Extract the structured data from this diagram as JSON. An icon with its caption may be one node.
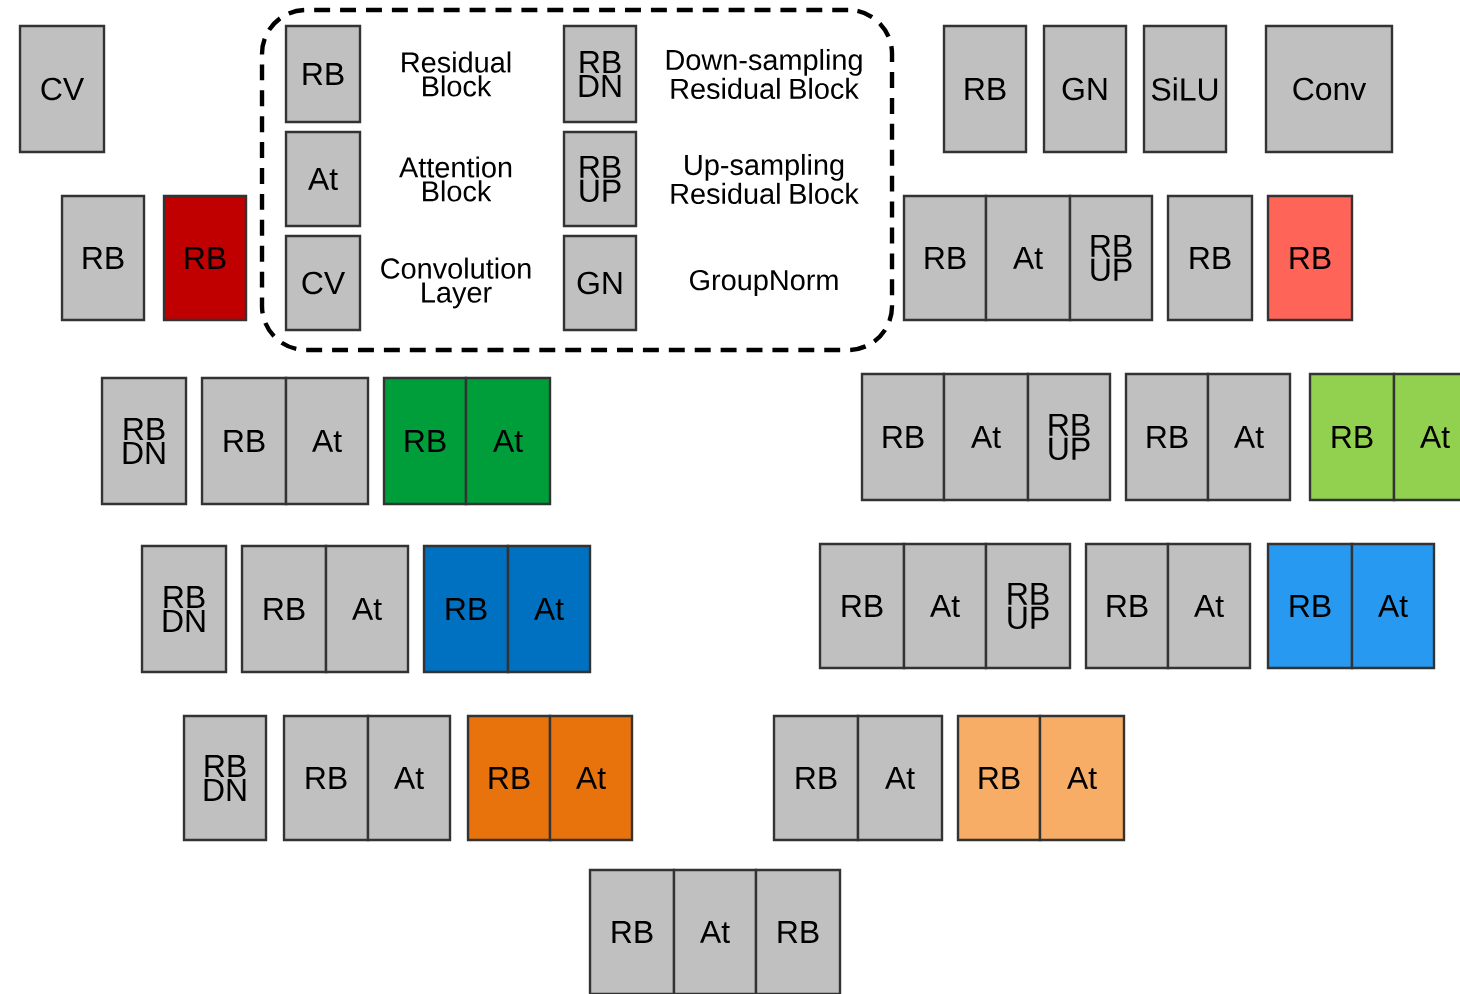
{
  "diagram": {
    "nodes": [
      {
        "text": [
          "CV"
        ]
      },
      {
        "text": [],
        "shape": "box"
      },
      {
        "text": [
          "RB"
        ],
        "in": 1,
        "beside": [
          "Residual Block"
        ]
      },
      {
        "text": [
          "RB DN"
        ],
        "in": 1,
        "beside": [
          "Down-sampling Residual Block"
        ]
      },
      {
        "text": [
          "At"
        ],
        "in": 1,
        "beside": [
          "Attention Block"
        ]
      },
      {
        "text": [
          "RB UP"
        ],
        "in": 1,
        "beside": [
          "Up-sampling Residual Block"
        ]
      },
      {
        "text": [
          "CV"
        ],
        "in": 1,
        "beside": [
          "Convolution Layer"
        ]
      },
      {
        "text": [
          "GN"
        ],
        "in": 1,
        "beside": [
          "GroupNorm"
        ]
      },
      {
        "text": [
          "RB"
        ]
      },
      {
        "text": [
          "GN"
        ]
      },
      {
        "text": [
          "SiLU"
        ]
      },
      {
        "text": [
          "Conv"
        ]
      },
      {
        "text": [
          "RB"
        ]
      },
      {
        "text": [
          "RB"
        ]
      },
      {
        "text": [
          "RB"
        ]
      },
      {
        "text": [
          "At"
        ]
      },
      {
        "text": [
          "RB UP"
        ]
      },
      {
        "text": [
          "RB"
        ]
      },
      {
        "text": [
          "RB"
        ]
      },
      {
        "text": [
          "RB DN"
        ]
      },
      {
        "text": [
          "RB"
        ]
      },
      {
        "text": [
          "At"
        ]
      },
      {
        "text": [
          "RB"
        ]
      },
      {
        "text": [
          "At"
        ]
      },
      {
        "text": [
          "RB"
        ]
      },
      {
        "text": [
          "At"
        ]
      },
      {
        "text": [
          "RB UP"
        ]
      },
      {
        "text": [
          "RB"
        ]
      },
      {
        "text": [
          "At"
        ]
      },
      {
        "text": [
          "RB"
        ]
      },
      {
        "text": [
          "At"
        ]
      },
      {
        "text": [
          "RB DN"
        ]
      },
      {
        "text": [
          "RB"
        ]
      },
      {
        "text": [
          "At"
        ]
      },
      {
        "text": [
          "RB"
        ]
      },
      {
        "text": [
          "At"
        ]
      },
      {
        "text": [
          "RB"
        ]
      },
      {
        "text": [
          "At"
        ]
      },
      {
        "text": [
          "RB UP"
        ]
      },
      {
        "text": [
          "RB"
        ]
      },
      {
        "text": [
          "At"
        ]
      },
      {
        "text": [
          "RB"
        ]
      },
      {
        "text": [
          "At"
        ]
      },
      {
        "text": [
          "RB DN"
        ]
      },
      {
        "text": [
          "RB"
        ]
      },
      {
        "text": [
          "At"
        ]
      },
      {
        "text": [
          "RB"
        ]
      },
      {
        "text": [
          "At"
        ]
      },
      {
        "text": [
          "RB"
        ]
      },
      {
        "text": [
          "At"
        ]
      },
      {
        "text": [
          "RB"
        ]
      },
      {
        "text": [
          "At"
        ]
      },
      {
        "text": [
          "RB"
        ]
      },
      {
        "text": [
          "At"
        ]
      },
      {
        "text": [
          "RB"
        ]
      }
    ]
  }
}
